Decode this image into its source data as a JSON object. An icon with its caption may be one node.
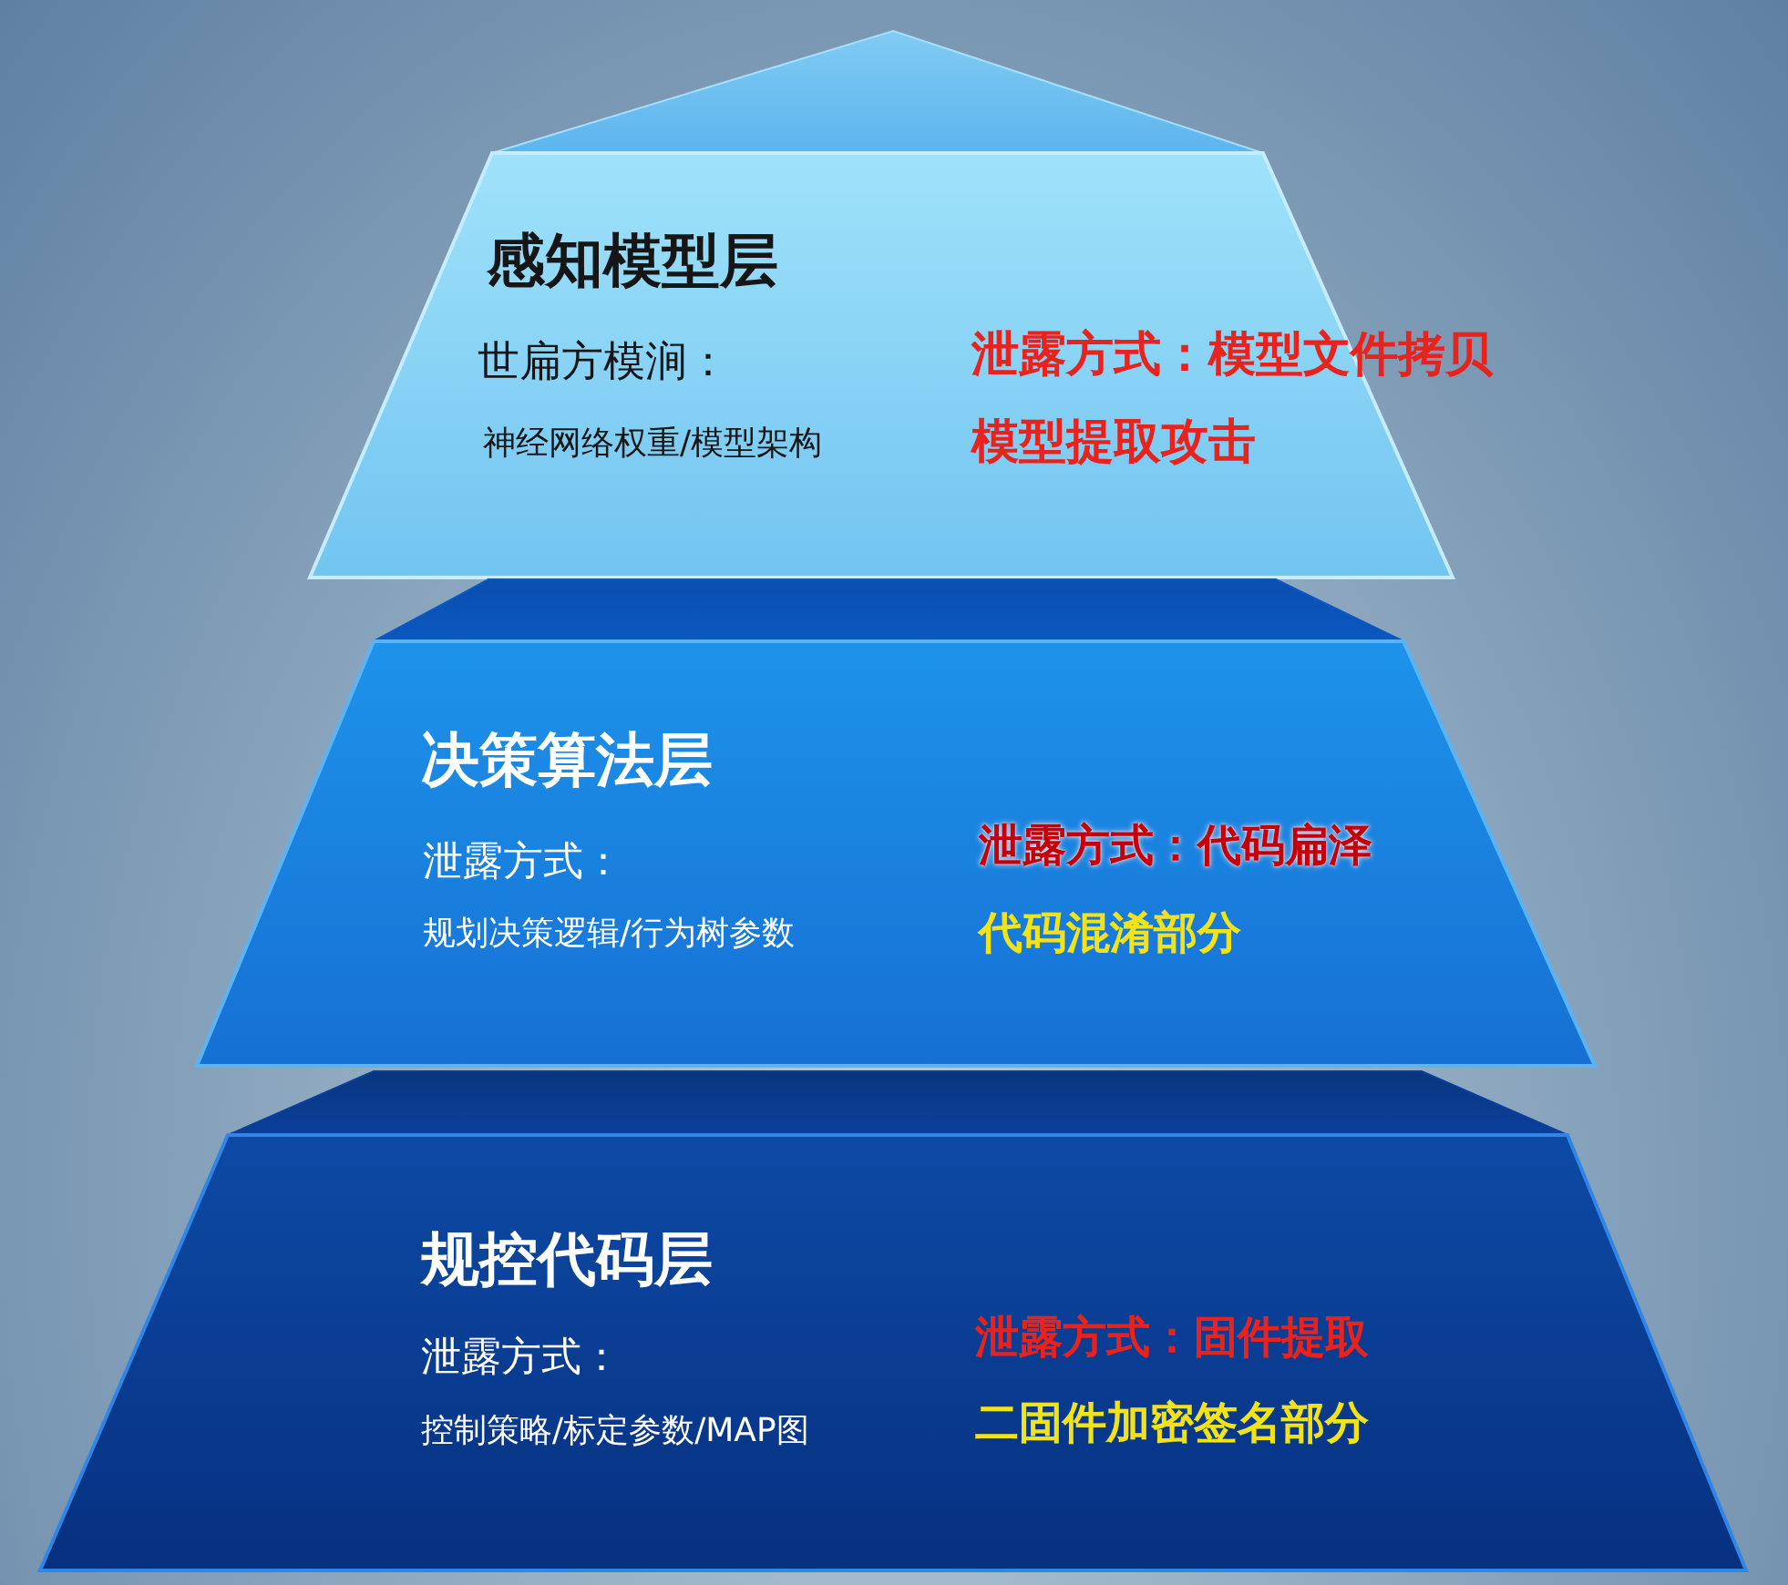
{
  "diagram": {
    "nodes": [
      {
        "text": [
          "感知模型层",
          "世扁方模涧：",
          "神经网络权重/模型架构",
          "泄露方式：模型文件拷贝",
          "模型提取攻击"
        ]
      },
      {
        "text": [
          "决策算法层",
          "泄露方式：",
          "规划决策逻辑/行为树参数",
          "泄露方式：代码扁泽",
          "代码混淆部分"
        ]
      },
      {
        "text": [
          "规控代码层",
          "泄露方式：",
          "控制策略/标定参数/MAP图",
          "泄露方式：固件提取",
          "二固件加密签名部分"
        ]
      }
    ]
  }
}
